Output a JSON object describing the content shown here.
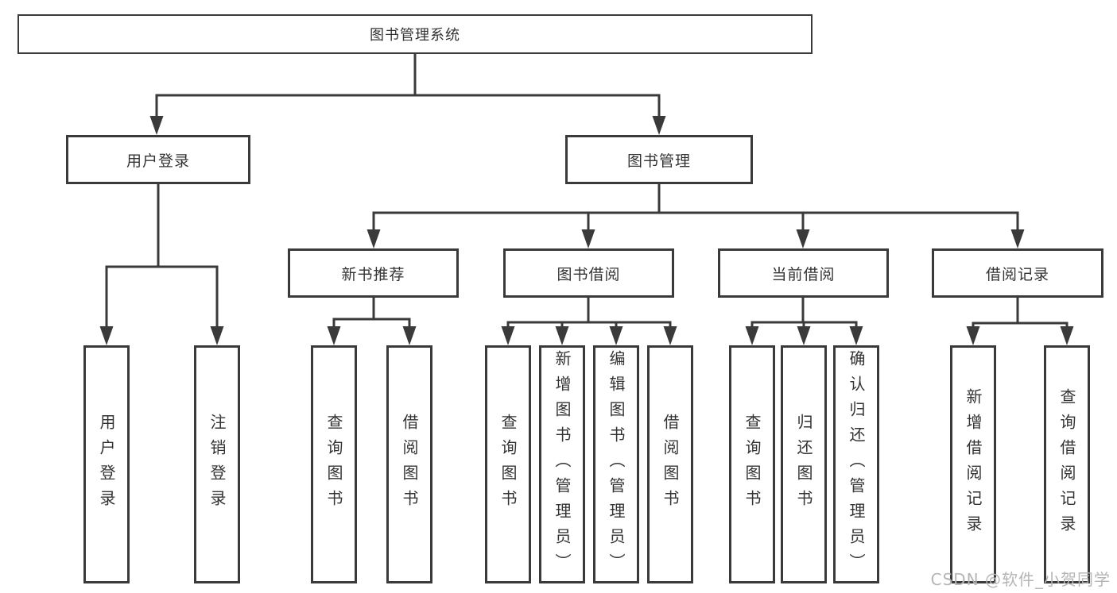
{
  "root": {
    "label": "图书管理系统"
  },
  "branches": {
    "user_login": {
      "label": "用户登录",
      "children": [
        "用户登录",
        "注销登录"
      ]
    },
    "book_mgmt": {
      "label": "图书管理",
      "sections": [
        {
          "label": "新书推荐",
          "children": [
            "查询图书",
            "借阅图书"
          ]
        },
        {
          "label": "图书借阅",
          "children": [
            "查询图书",
            "新增图书（管理员）",
            "编辑图书（管理员）",
            "借阅图书"
          ]
        },
        {
          "label": "当前借阅",
          "children": [
            "查询图书",
            "归还图书",
            "确认归还（管理员）"
          ]
        },
        {
          "label": "借阅记录",
          "children": [
            "新增借阅记录",
            "查询借阅记录"
          ]
        }
      ]
    }
  },
  "watermark": {
    "text": "CSDN @软件_小贺同学"
  },
  "colors": {
    "line": "#3a3a3a",
    "text": "#333333",
    "watermark": "#b5b5b5",
    "background": "#ffffff"
  }
}
